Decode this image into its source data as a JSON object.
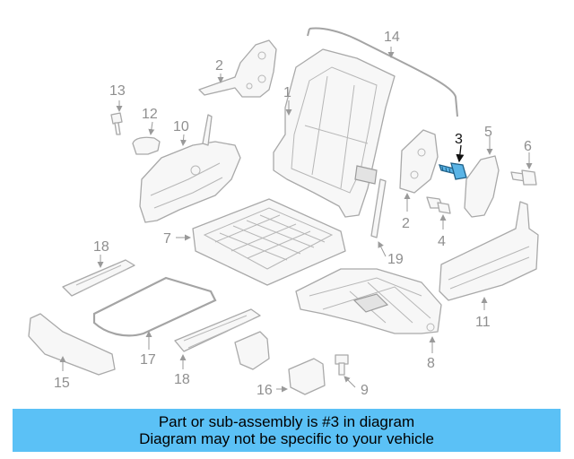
{
  "diagram": {
    "highlight_color": "#5bc1f6",
    "highlighted_part": "3",
    "callouts": [
      {
        "id": "1",
        "label": "1"
      },
      {
        "id": "2a",
        "label": "2"
      },
      {
        "id": "2b",
        "label": "2"
      },
      {
        "id": "3",
        "label": "3"
      },
      {
        "id": "4",
        "label": "4"
      },
      {
        "id": "5",
        "label": "5"
      },
      {
        "id": "6",
        "label": "6"
      },
      {
        "id": "7",
        "label": "7"
      },
      {
        "id": "8",
        "label": "8"
      },
      {
        "id": "9",
        "label": "9"
      },
      {
        "id": "10",
        "label": "10"
      },
      {
        "id": "11",
        "label": "11"
      },
      {
        "id": "12",
        "label": "12"
      },
      {
        "id": "13",
        "label": "13"
      },
      {
        "id": "14",
        "label": "14"
      },
      {
        "id": "15",
        "label": "15"
      },
      {
        "id": "16",
        "label": "16"
      },
      {
        "id": "17",
        "label": "17"
      },
      {
        "id": "18a",
        "label": "18"
      },
      {
        "id": "18b",
        "label": "18"
      },
      {
        "id": "19",
        "label": "19"
      }
    ]
  },
  "banner": {
    "line1": "Part or sub-assembly is #3 in diagram",
    "line2": "Diagram may not be specific to your vehicle",
    "background": "#5bc1f6"
  }
}
